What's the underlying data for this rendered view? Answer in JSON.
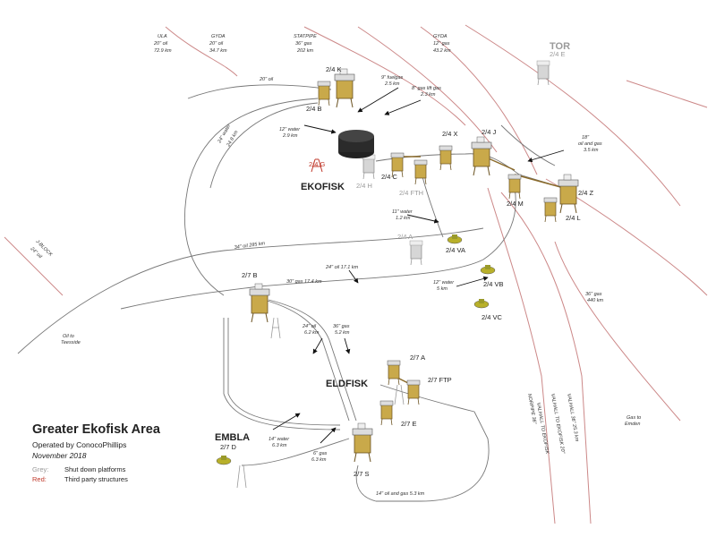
{
  "colors": {
    "pipeline": "#777777",
    "third_party": "#c0392b",
    "shutdown": "#9a9a9a",
    "structure": "#8a6a2a"
  },
  "legend": {
    "title": "Greater Ekofisk Area",
    "operator": "Operated by ConocoPhillips",
    "date": "November 2018",
    "grey_key": "Grey:",
    "grey_text": "Shut down platforms",
    "red_key": "Red:",
    "red_text": "Third party structures"
  },
  "fields": {
    "ekofisk": "EKOFISK",
    "eldfisk": "ELDFISK",
    "embla": "EMBLA",
    "tor": "TOR"
  },
  "platforms": {
    "k": "2/4 K",
    "b": "2/4 B",
    "x": "2/4 X",
    "j": "2/4 J",
    "c": "2/4 C",
    "g": "2/4 G",
    "h": "2/4 H",
    "fth": "2/4 FTH",
    "a24": "2/4 A",
    "va": "2/4 VA",
    "vb": "2/4 VB",
    "vc": "2/4 VC",
    "m": "2/4 M",
    "z": "2/4 Z",
    "l": "2/4 L",
    "b27": "2/7 B",
    "a27": "2/7 A",
    "ftp": "2/7 FTP",
    "e27": "2/7 E",
    "s27": "2/7 S",
    "d27": "2/7 D",
    "tor_e": "2/4 E"
  },
  "pipes": {
    "ula1": "ULA",
    "ula2": "20\" oil",
    "ula3": "72.9 km",
    "gyda1": "GYDA",
    "gyda2": "20\" oil",
    "gyda3": "34.7 km",
    "statpipe1": "STATPIPE",
    "statpipe2": "36\" gas",
    "statpipe3": "202 km",
    "gyda_r1": "GYDA",
    "gyda_r2": "12\" gas",
    "gyda_r3": "43.2 km",
    "oil20": "20\" oil",
    "fuelgas1": "9\" fuelgas",
    "fuelgas2": "2.5 km",
    "gaslift1": "8\" gas lift gas",
    "gaslift2": "2.3 km",
    "water12a": "12\" water",
    "water12b": "2.9 km",
    "water24a": "24\" water",
    "water24b": "24.8 km",
    "oilgas18a": "18\"",
    "oilgas18b": "oil and gas",
    "oilgas18c": "3.5 km",
    "water11a": "11\" water",
    "water11b": "1.2 km",
    "oil34": "34\" oil 285 km",
    "jblock1": "J-BLOCK",
    "jblock2": "24\" oil",
    "oil24": "24\" oil 17.1 km",
    "gas30": "30\" gas 17.4 km",
    "water12c": "12\" water",
    "water12d": "5 km",
    "gas36a": "36\" gas",
    "gas36b": "440 km",
    "teesside1": "Oil to",
    "teesside2": "Teesside",
    "oil24b1": "24\" oil",
    "oil24b2": "6.2 km",
    "gas36c1": "36\" gas",
    "gas36c2": "5.2 km",
    "water14a": "14\" water",
    "water14b": "6.3 km",
    "gas6a": "6\" gas",
    "gas6b": "6.3 km",
    "oilgas14": "14\" oil and gas 5.3 km",
    "norpipe1": "NORPIPE 36\"",
    "norpipe2": "VALHALL TO EKOFISK",
    "valhall1": "VALHALL TO EKOFISK 20\"",
    "valhall2": "VALHALL 36\" 25.3 km",
    "emden1": "Gas to",
    "emden2": "Emden"
  }
}
